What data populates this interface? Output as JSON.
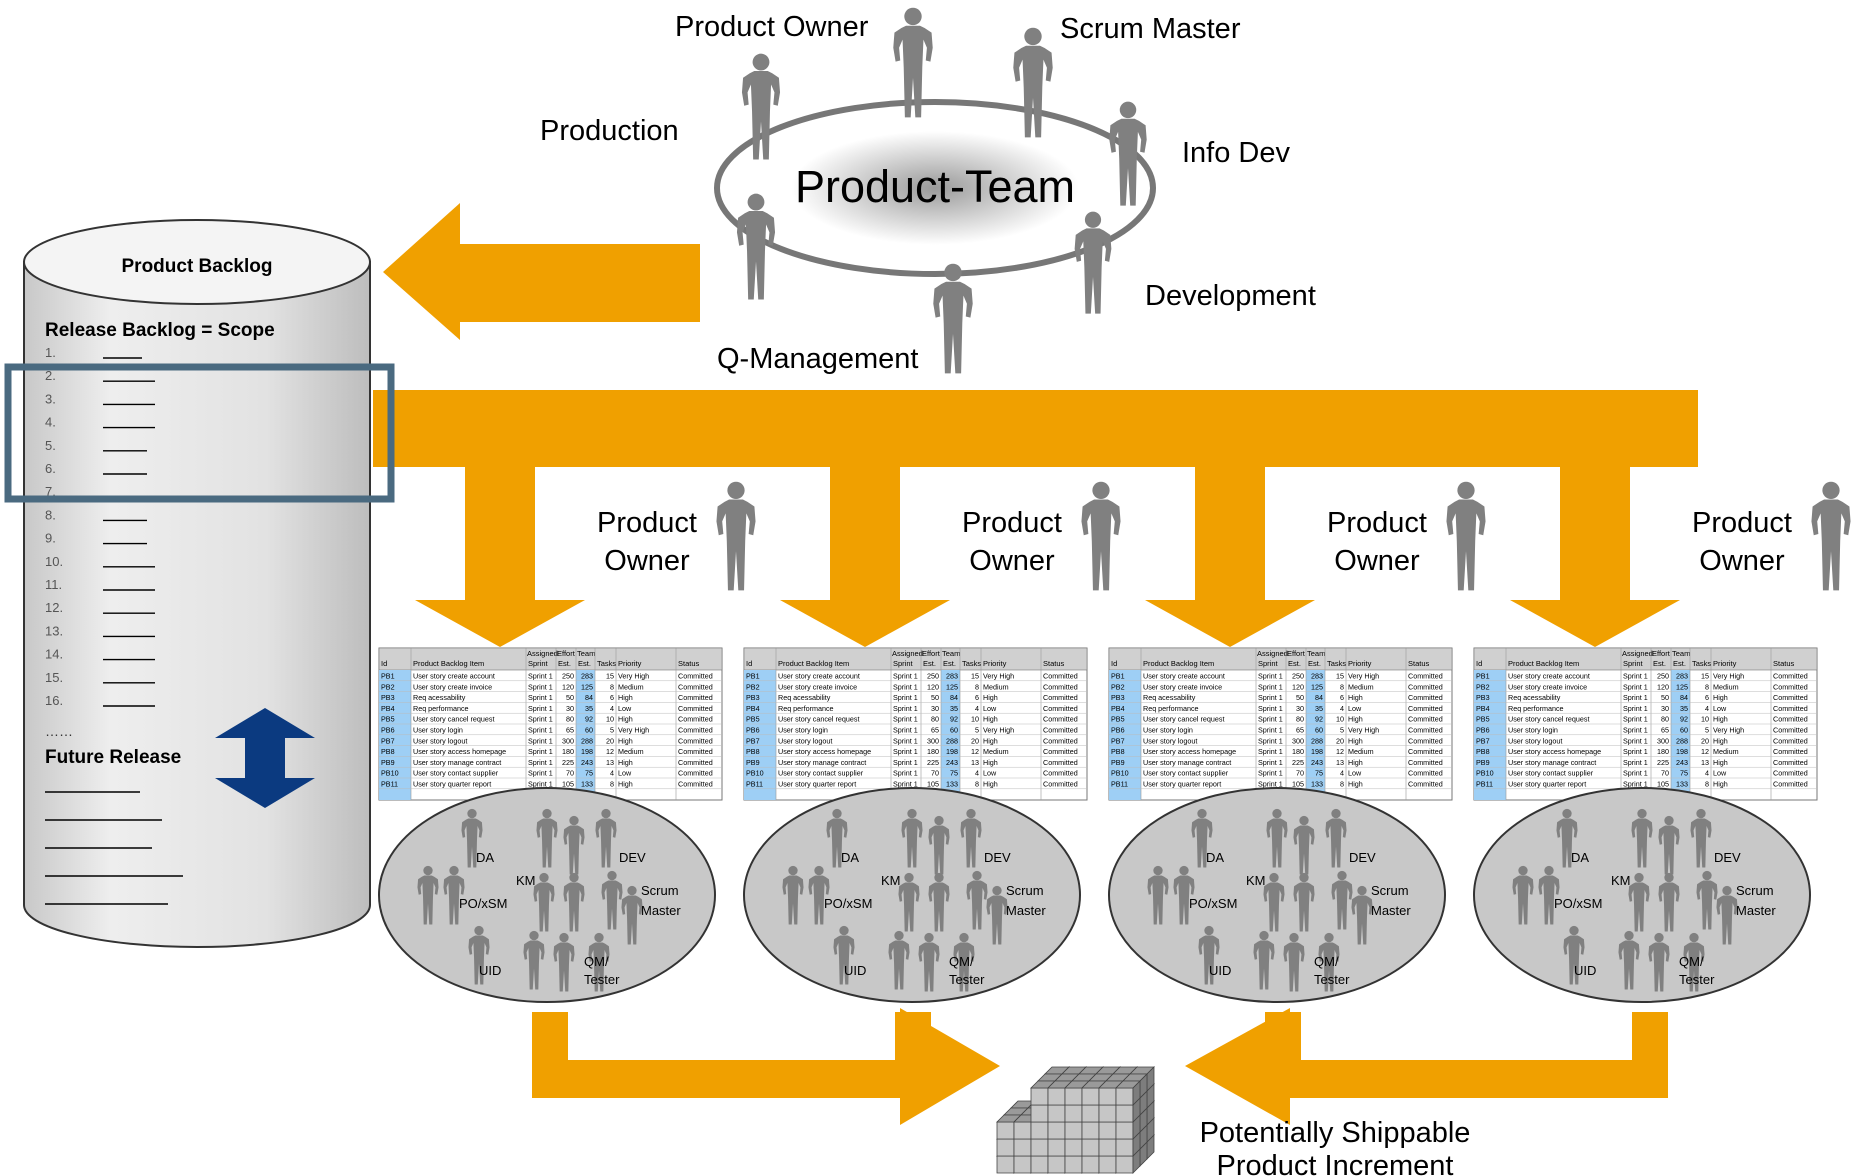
{
  "product_team": {
    "title": "Product-Team",
    "roles": [
      "Product Owner",
      "Scrum Master",
      "Production",
      "Info Dev",
      "Development",
      "Q-Management"
    ]
  },
  "product_backlog": {
    "title": "Product Backlog",
    "release_heading": "Release Backlog = Scope",
    "items": [
      "1.",
      "2.",
      "3.",
      "4.",
      "5.",
      "6.",
      "7.",
      "8.",
      "9.",
      "10.",
      "11.",
      "12.",
      "13.",
      "14.",
      "15.",
      "16."
    ],
    "ellipsis": "……",
    "future_heading": "Future Release"
  },
  "team_product_owner_label": [
    "Product",
    "Owner"
  ],
  "sprint_table": {
    "group_headers": [
      "Assigned",
      "Effort",
      "Team"
    ],
    "headers": [
      "Id",
      "Product Backlog Item",
      "Sprint",
      "Est.",
      "Est.",
      "Tasks",
      "Priority",
      "Status"
    ],
    "rows": [
      [
        "PB1",
        "User story create account",
        "Sprint 1",
        "250",
        "283",
        "15",
        "Very High",
        "Committed"
      ],
      [
        "PB2",
        "User story create invoice",
        "Sprint 1",
        "120",
        "125",
        "8",
        "Medium",
        "Committed"
      ],
      [
        "PB3",
        "Req acessability",
        "Sprint 1",
        "50",
        "84",
        "6",
        "High",
        "Committed"
      ],
      [
        "PB4",
        "Req performance",
        "Sprint 1",
        "30",
        "35",
        "4",
        "Low",
        "Committed"
      ],
      [
        "PB5",
        "User story cancel request",
        "Sprint 1",
        "80",
        "92",
        "10",
        "High",
        "Committed"
      ],
      [
        "PB6",
        "User story login",
        "Sprint 1",
        "65",
        "60",
        "5",
        "Very High",
        "Committed"
      ],
      [
        "PB7",
        "User story logout",
        "Sprint 1",
        "300",
        "288",
        "20",
        "High",
        "Committed"
      ],
      [
        "PB8",
        "User story access homepage",
        "Sprint 1",
        "180",
        "198",
        "12",
        "Medium",
        "Committed"
      ],
      [
        "PB9",
        "User story manage contract",
        "Sprint 1",
        "225",
        "243",
        "13",
        "High",
        "Committed"
      ],
      [
        "PB10",
        "User story contact supplier",
        "Sprint 1",
        "70",
        "75",
        "4",
        "Low",
        "Committed"
      ],
      [
        "PB11",
        "User story quarter report",
        "Sprint 1",
        "105",
        "133",
        "8",
        "High",
        "Committed"
      ]
    ]
  },
  "team_roles": [
    "DA",
    "DEV",
    "KM",
    "PO/xSM",
    "Scrum",
    "Master",
    "UID",
    "QM/",
    "Tester"
  ],
  "increment_label": [
    "Potentially Shippable",
    "Product Increment"
  ],
  "colors": {
    "arrow": "#f0a000",
    "figure": "#808080",
    "cylinder": "#e4e4e4",
    "team_ellipse": "#c8c8c8",
    "highlight_box": "#4a6a80",
    "double_arrow": "#0b3a80",
    "table_blue": "#9ecff5",
    "table_header": "#d0d0d0"
  },
  "icons": [
    "person-icon",
    "double-arrow-icon",
    "cube-stack-icon"
  ]
}
